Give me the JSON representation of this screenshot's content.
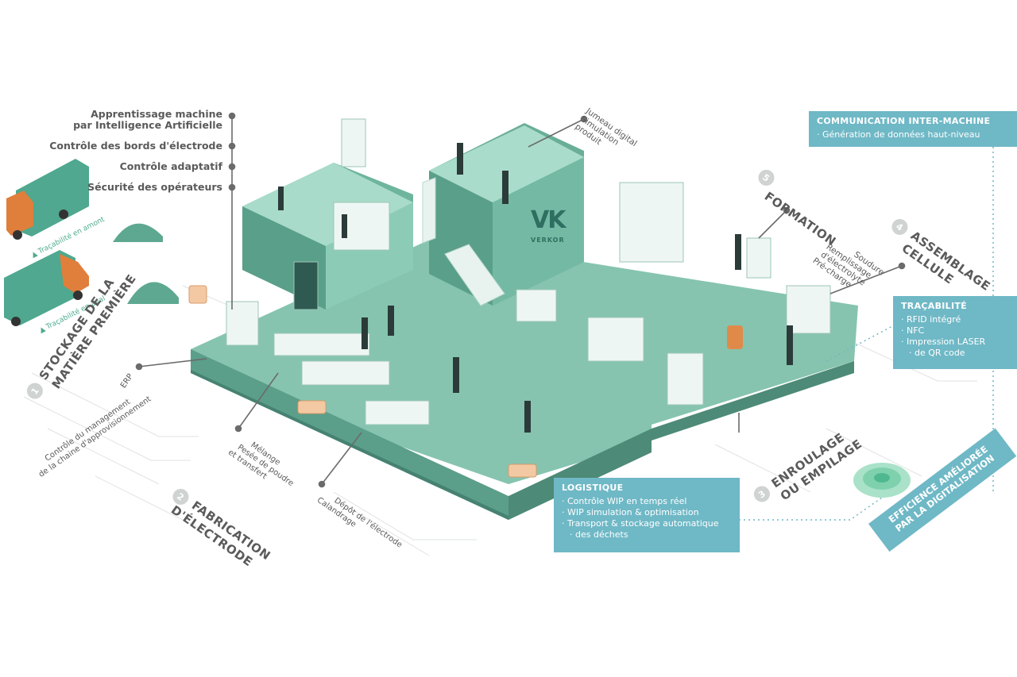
{
  "brand": {
    "logo_mark": "VK",
    "logo_text": "VERKOR"
  },
  "left_labels": [
    {
      "text": "Apprentissage machine"
    },
    {
      "text": "par Intelligence Artificielle"
    },
    {
      "text": "Contrôle des bords d'électrode"
    },
    {
      "text": "Contrôle adaptatif"
    },
    {
      "text": "Sécurité des opérateurs"
    }
  ],
  "traceability": {
    "upstream": "Traçabilité en amont",
    "downstream": "Traçabilité en aval"
  },
  "top_labels": {
    "twin_line1": "Jumeau digital",
    "twin_line2": "Simulation",
    "twin_line3": "produit"
  },
  "steps": {
    "s1": {
      "num": "1",
      "line1": "STOCKAGE DE LA",
      "line2": "MATIÈRE PREMIÈRE",
      "sub1": "ERP",
      "sub2": "Contrôle du management",
      "sub3": "de la chaine d'approvisionnement"
    },
    "s2": {
      "num": "2",
      "line1": "FABRICATION",
      "line2": "D'ÉLECTRODE",
      "sub1": "Mélange",
      "sub2": "Pesée de poudre",
      "sub3": "et transfert",
      "sub4": "Dépôt de l'électrode",
      "sub5": "Calandrage"
    },
    "s3": {
      "num": "3",
      "line1": "ENROULAGE",
      "line2": "OU EMPILAGE"
    },
    "s4": {
      "num": "4",
      "line1": "ASSEMBLAGE",
      "line2": "CELLULE",
      "sub1": "Soudure",
      "sub2": "Remplissage",
      "sub3": "d'électrolyte",
      "sub4": "Pré-charge"
    },
    "s5": {
      "num": "5",
      "line1": "FORMATION"
    }
  },
  "boxes": {
    "comm": {
      "title": "COMMUNICATION INTER-MACHINE",
      "items": [
        "Génération de données haut-niveau"
      ]
    },
    "trace": {
      "title": "TRAÇABILITÉ",
      "items": [
        "RFID intégré",
        "NFC",
        "Impression LASER",
        "de QR code"
      ]
    },
    "logi": {
      "title": "LOGISTIQUE",
      "items": [
        "Contrôle WIP en temps réel",
        "WIP simulation & optimisation",
        "Transport & stockage automatique",
        "des déchets"
      ]
    }
  },
  "badge": {
    "line1": "EFFICIENCE AMÉLIORÉE",
    "line2": "PAR LA DIGITALISATION"
  },
  "colors": {
    "platform_top": "#7ebfa9",
    "platform_side": "#5b9e89",
    "platform_dark": "#4d8a77",
    "box_blue": "#6fb8c6",
    "text_gray": "#5a5a5a",
    "accent_green": "#4eab8f"
  }
}
